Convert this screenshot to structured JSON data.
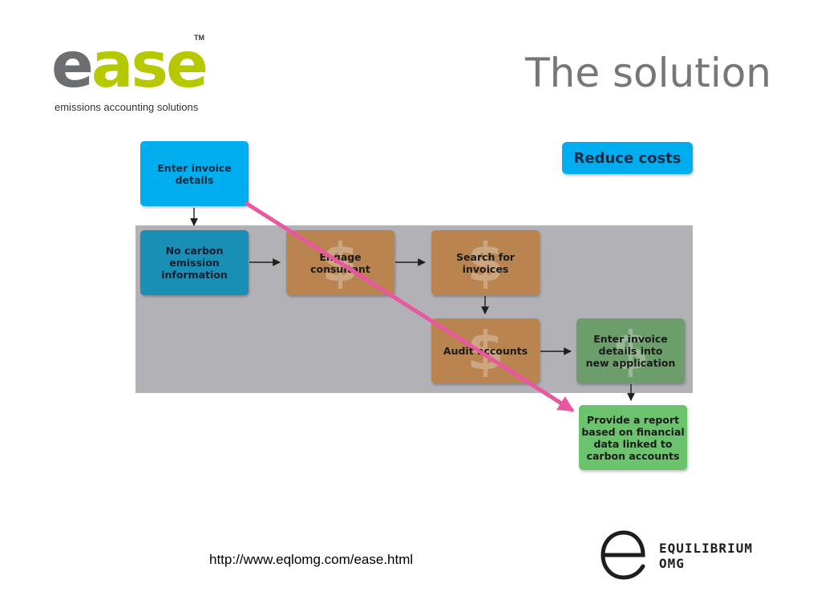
{
  "logo": {
    "word_first": "e",
    "word_rest": "ase",
    "trademark": "TM",
    "tagline": "emissions accounting solutions",
    "colors": {
      "grey": "#6d6e71",
      "lime": "#b5c800"
    }
  },
  "title": "The solution",
  "diagram": {
    "boxes": {
      "enter_invoice": "Enter invoice\ndetails",
      "no_carbon": "No carbon\nemission\ninformation",
      "engage_consultant": "Engage\nconsultant",
      "search_invoices": "Search for\ninvoices",
      "audit_accounts": "Audit accounts",
      "enter_new_app": "Enter invoice\ndetails into\nnew application",
      "provide_report": "Provide a report\nbased on financial\ndata linked to\ncarbon accounts"
    },
    "cost_symbol": "$",
    "callout": "Reduce costs",
    "colors": {
      "blue": "#00aeef",
      "teal": "#1a8fb6",
      "orange": "#b98450",
      "green_dark": "#6b9e6b",
      "green": "#6cc36d",
      "band": "#b2b2b6",
      "highlight_arrow": "#e8579f"
    }
  },
  "footer": {
    "url": "http://www.eqlomg.com/ease.html",
    "company_line1": "EQUILIBRIUM",
    "company_line2": "OMG"
  }
}
